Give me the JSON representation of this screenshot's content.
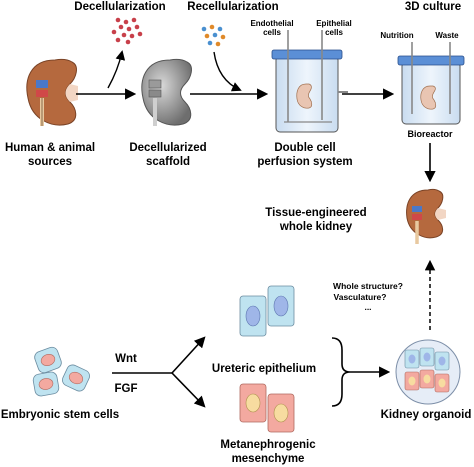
{
  "headers": {
    "decellularization": "Decellularization",
    "recellularization": "Recellularization",
    "culture_3d": "3D culture"
  },
  "labels": {
    "sources_line1": "Human & animal",
    "sources_line2": "sources",
    "scaffold_line1": "Decellularized",
    "scaffold_line2": "scaffold",
    "perfusion_line1": "Double cell",
    "perfusion_line2": "perfusion system",
    "endothelial_line1": "Endothelial",
    "endothelial_line2": "cells",
    "epithelial_line1": "Epithelial",
    "epithelial_line2": "cells",
    "nutrition": "Nutrition",
    "waste": "Waste",
    "bioreactor": "Bioreactor",
    "tissue_line1": "Tissue-engineered",
    "tissue_line2": "whole kidney",
    "question_line1": "Whole structure?",
    "question_line2": "Vasculature?",
    "question_line3": "...",
    "wnt": "Wnt",
    "fgf": "FGF",
    "esc": "Embryonic stem cells",
    "ureteric": "Ureteric epithelium",
    "meta_line1": "Metanephrogenic",
    "meta_line2": "mesenchyme",
    "organoid": "Kidney organoid"
  },
  "colors": {
    "kidney": "#b5693e",
    "kidney_hilum": "#f2d6c4",
    "scaffold": "#9a9a9a",
    "blue_cell": "#bfe3f0",
    "red_cell": "#f3a9a0",
    "nucleus": "#9fb6e8",
    "reactor": "#dbe8f6"
  }
}
